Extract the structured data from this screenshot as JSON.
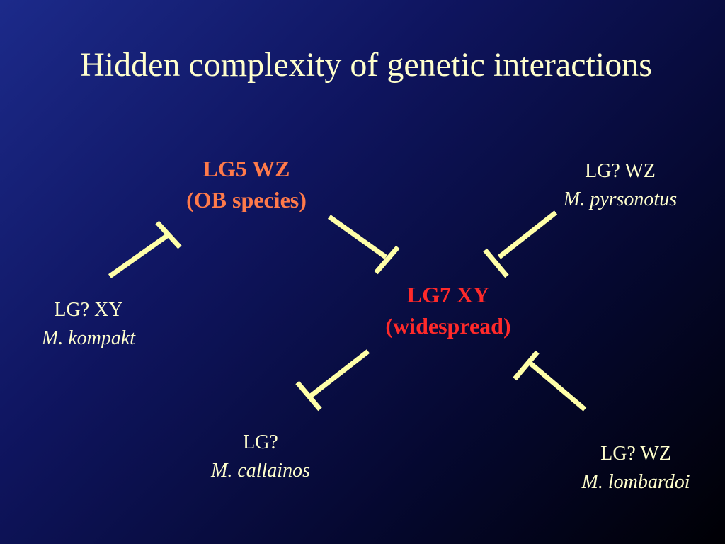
{
  "colors": {
    "text": "#ffffcc",
    "lg5": "#ff7a4a",
    "lg7": "#ff2a2a",
    "inhibit_line": "#ffffa8"
  },
  "title": "Hidden complexity of genetic interactions",
  "nodes": {
    "lg5": {
      "line1": "LG5 WZ",
      "line2": "(OB species)"
    },
    "lg7": {
      "line1": "LG7 XY",
      "line2": "(widespread)"
    },
    "pyrsonotus": {
      "line1": "LG? WZ",
      "line2": "M. pyrsonotus"
    },
    "kompakt": {
      "line1": "LG? XY",
      "line2": "M. kompakt"
    },
    "callainos": {
      "line1": "LG?",
      "line2": "M. callainos"
    },
    "lombardoi": {
      "line1": "LG? WZ",
      "line2": "M. lombardoi"
    }
  },
  "edges": [
    {
      "from": "kompakt",
      "to": "lg5",
      "type": "inhibits"
    },
    {
      "from": "lg5",
      "to": "lg7",
      "type": "inhibits"
    },
    {
      "from": "pyrsonotus",
      "to": "lg7",
      "type": "inhibits"
    },
    {
      "from": "lg7",
      "to": "callainos",
      "type": "inhibits"
    },
    {
      "from": "lombardoi",
      "to": "lg7",
      "type": "inhibits"
    }
  ]
}
